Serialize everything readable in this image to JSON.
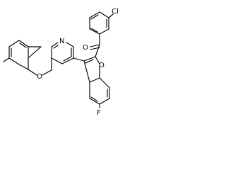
{
  "diagram": {
    "type": "chemical-structure",
    "atoms": {
      "chlorine": "Cl",
      "ketone_oxygen": "O",
      "benzofuran_oxygen": "O",
      "fluorine": "F",
      "pyridine_nitrogen": "N",
      "pyran_oxygen": "O"
    }
  }
}
